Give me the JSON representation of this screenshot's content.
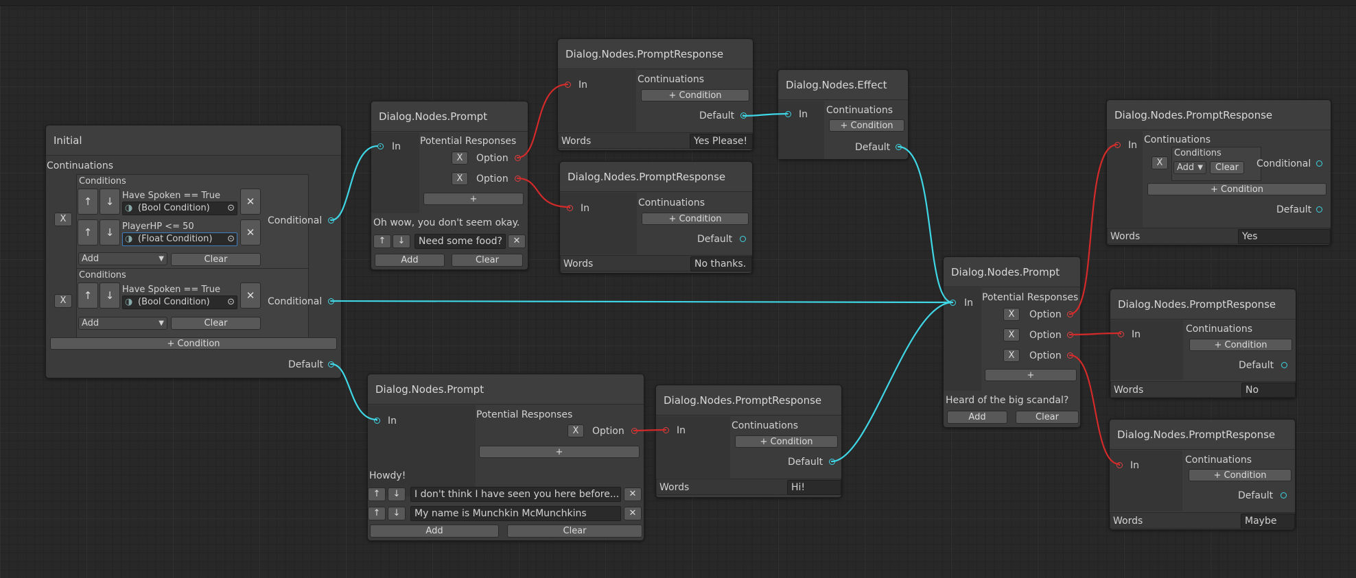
{
  "labels": {
    "in": "In",
    "continuations": "Continuations",
    "conditions": "Conditions",
    "potential_responses": "Potential Responses",
    "option": "Option",
    "conditional": "Conditional",
    "default": "Default",
    "words": "Words",
    "add_condition": "+ Condition",
    "add": "Add",
    "clear": "Clear",
    "plus": "+",
    "x": "X",
    "up": "↑",
    "down": "↓",
    "close": "✕",
    "caret": "▼"
  },
  "nodes": {
    "initial": {
      "title": "Initial",
      "group1": {
        "cond1": "Have Spoken  ==  True",
        "cond1_type": "(Bool Condition)",
        "cond2": "PlayerHP <= 50",
        "cond2_type": "(Float Condition)",
        "add_value": "Add"
      },
      "group2": {
        "cond1": "Have Spoken  ==  True",
        "cond1_type": "(Bool Condition)",
        "add_value": "Add"
      }
    },
    "prompt_top": {
      "title": "Dialog.Nodes.Prompt",
      "text": "Oh wow, you don't seem okay.",
      "line1": "Need some food?"
    },
    "response_yes_please": {
      "title": "Dialog.Nodes.PromptResponse",
      "words": "Yes Please!"
    },
    "response_no_thanks": {
      "title": "Dialog.Nodes.PromptResponse",
      "words": "No thanks."
    },
    "effect": {
      "title": "Dialog.Nodes.Effect"
    },
    "prompt_bottom": {
      "title": "Dialog.Nodes.Prompt",
      "text": "Howdy!",
      "line1": "I don't think I have seen you here before...",
      "line2": "My name is Munchkin McMunchkins"
    },
    "response_hi": {
      "title": "Dialog.Nodes.PromptResponse",
      "words": "Hi!"
    },
    "prompt_scandal": {
      "title": "Dialog.Nodes.Prompt",
      "text": "Heard of the big scandal?"
    },
    "response_yes": {
      "title": "Dialog.Nodes.PromptResponse",
      "words": "Yes",
      "add_value": "Add"
    },
    "response_no": {
      "title": "Dialog.Nodes.PromptResponse",
      "words": "No"
    },
    "response_maybe": {
      "title": "Dialog.Nodes.PromptResponse",
      "words": "Maybe"
    }
  },
  "colors": {
    "condition_wire": "#3fd7e6",
    "option_wire": "#d42a2a",
    "node_body": "#3b3b3b",
    "canvas": "#282828"
  }
}
